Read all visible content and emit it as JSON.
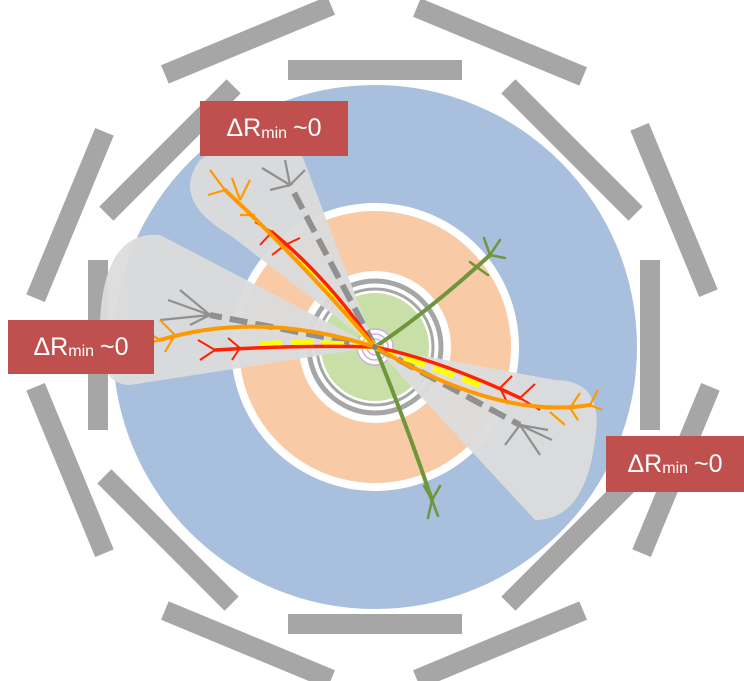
{
  "labels": {
    "top": {
      "symbol": "ΔR",
      "subscript": "min",
      "value": "~0"
    },
    "left": {
      "symbol": "ΔR",
      "subscript": "min",
      "value": "~0"
    },
    "right": {
      "symbol": "ΔR",
      "subscript": "min",
      "value": "~0"
    }
  },
  "colors": {
    "muon_chambers": "#a6a6a6",
    "hadronic_calorimeter": "#a8bfdd",
    "em_calorimeter": "#f8cba6",
    "tracker": "#c8dfa8",
    "jet_cone": "#dcdcdc",
    "label_bg": "#c0504d",
    "orange_track": "#ff9900",
    "red_track": "#ff2200",
    "yellow_track": "#ffff00",
    "green_track": "#70963c",
    "gray_track": "#909090"
  }
}
